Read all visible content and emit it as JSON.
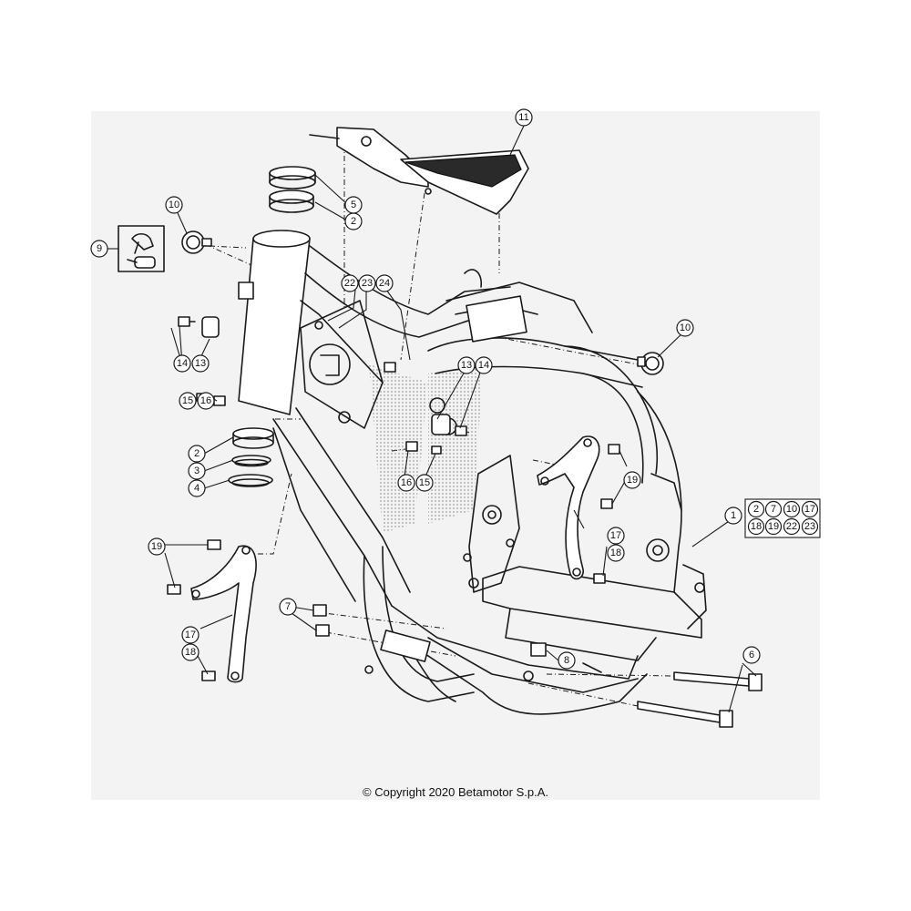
{
  "callouts": {
    "c1": "1",
    "c2a": "2",
    "c2b": "2",
    "c3": "3",
    "c4": "4",
    "c5": "5",
    "c6": "6",
    "c7": "7",
    "c8": "8",
    "c9": "9",
    "c10a": "10",
    "c10b": "10",
    "c11": "11",
    "c13a": "13",
    "c13b": "13",
    "c14a": "14",
    "c14b": "14",
    "c15a": "15",
    "c15b": "15",
    "c16a": "16",
    "c16b": "16",
    "c17a": "17",
    "c17b": "17",
    "c18a": "18",
    "c18b": "18",
    "c19a": "19",
    "c19b": "19",
    "c22": "22",
    "c23": "23",
    "c24": "24"
  },
  "kit_includes": [
    "2",
    "7",
    "10",
    "17",
    "18",
    "19",
    "22",
    "23"
  ],
  "copyright": "© Copyright 2020 Betamotor S.p.A."
}
